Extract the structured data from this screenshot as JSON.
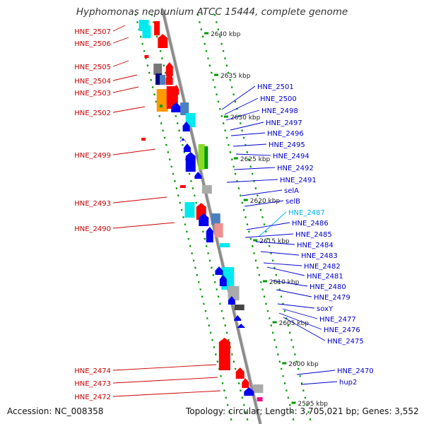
{
  "title": "Hyphomonas neptunium ATCC 15444, complete genome",
  "footer": {
    "accession": "Accession: NC_008358",
    "topology": "Topology: circular; Length: 3,705,021 bp; Genes: 3,552"
  },
  "colors": {
    "left_label": "#cc0000",
    "right_label": "#0000cc",
    "highlight_label": "#00b0f0",
    "backbone": "#8c8c8c",
    "tick": "#009900",
    "red": "#ff0000",
    "blue": "#0000ee",
    "cyan": "#00e8f0",
    "orange": "#ff9900",
    "grey": "#aaaaaa",
    "navy": "#000080",
    "steel": "#4a80c0",
    "green": "#88dd22",
    "pink": "#f09090",
    "magenta": "#ee1188"
  },
  "scale_labels": [
    "2640 kbp",
    "2635 kbp",
    "2630 kbp",
    "2625 kbp",
    "2620 kbp",
    "2615 kbp",
    "2610 kbp",
    "2605 kbp",
    "2600 kbp",
    "2595 kbp"
  ],
  "left_genes": [
    "HNE_2507",
    "HNE_2506",
    "HNE_2505",
    "HNE_2504",
    "HNE_2503",
    "HNE_2502",
    "HNE_2499",
    "HNE_2493",
    "HNE_2490",
    "HNE_2474",
    "HNE_2473",
    "HNE_2472"
  ],
  "right_genes": [
    "HNE_2501",
    "HNE_2500",
    "HNE_2498",
    "HNE_2497",
    "HNE_2496",
    "HNE_2495",
    "HNE_2494",
    "HNE_2492",
    "HNE_2491",
    "selA",
    "selB",
    "HNE_2487",
    "HNE_2486",
    "HNE_2485",
    "HNE_2484",
    "HNE_2483",
    "HNE_2482",
    "HNE_2481",
    "HNE_2480",
    "HNE_2479",
    "soxY",
    "HNE_2477",
    "HNE_2476",
    "HNE_2475",
    "HNE_2470",
    "hup2"
  ]
}
